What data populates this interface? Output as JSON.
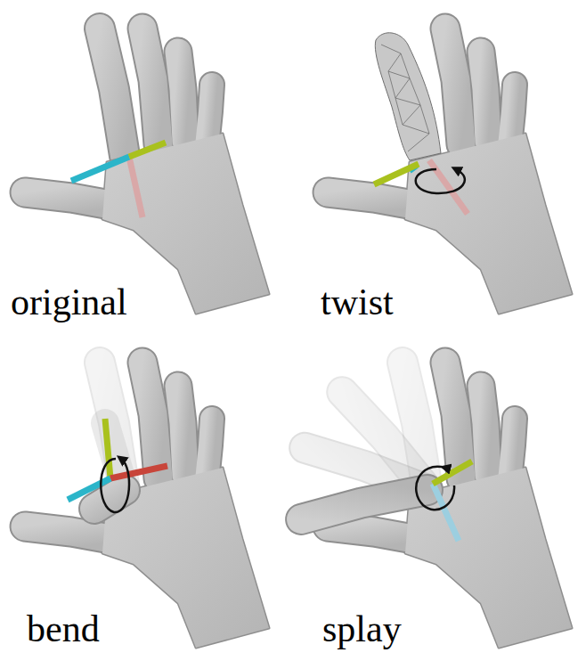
{
  "diagram": {
    "labels": [
      "original",
      "twist",
      "bend",
      "splay"
    ]
  }
}
